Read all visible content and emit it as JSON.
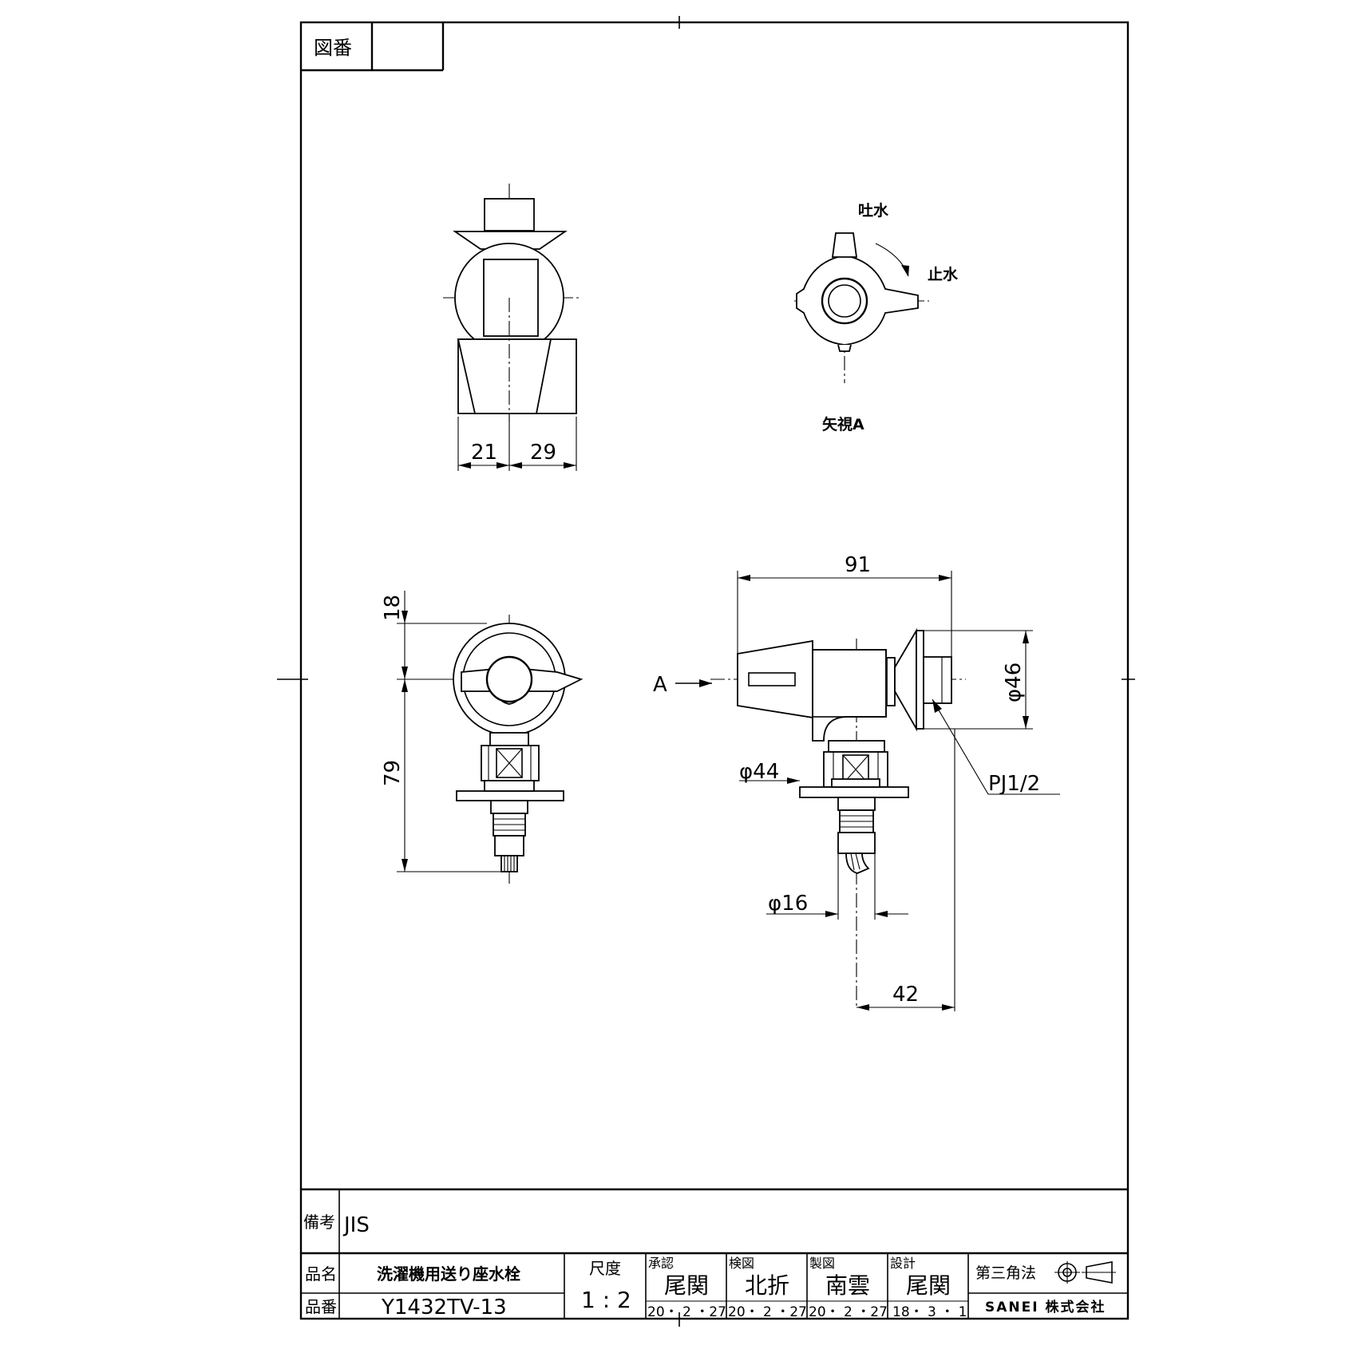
{
  "header": {
    "zuban_label": "図番",
    "zuban_value": ""
  },
  "views": {
    "view_a_label": "矢視A",
    "spout_label": "吐水",
    "stop_label": "止水",
    "arrow_label": "A",
    "thread_label": "PJ1/2"
  },
  "dimensions": {
    "top_left": "21",
    "top_right": "29",
    "front_top": "18",
    "front_height": "79",
    "side_width": "91",
    "side_diameter": "φ46",
    "flange_diameter": "φ44",
    "pipe_diameter": "φ16",
    "offset": "42"
  },
  "title_block": {
    "remarks_label": "備考",
    "remarks_value": "JIS",
    "name_label": "品名",
    "name_value": "洗濯機用送り座水栓",
    "part_label": "品番",
    "part_value": "Y1432TV-13",
    "scale_label": "尺度",
    "scale_value": "1 : 2",
    "approval": {
      "label": "承認",
      "name": "尾関",
      "date": "20・ 2 ・27"
    },
    "check": {
      "label": "検図",
      "name": "北折",
      "date": "20・ 2 ・27"
    },
    "draft": {
      "label": "製図",
      "name": "南雲",
      "date": "20・ 2 ・27"
    },
    "design": {
      "label": "設計",
      "name": "尾関",
      "date": "18・ 3 ・ 1"
    },
    "projection_label": "第三角法",
    "company": "SANEI 株式会社"
  }
}
